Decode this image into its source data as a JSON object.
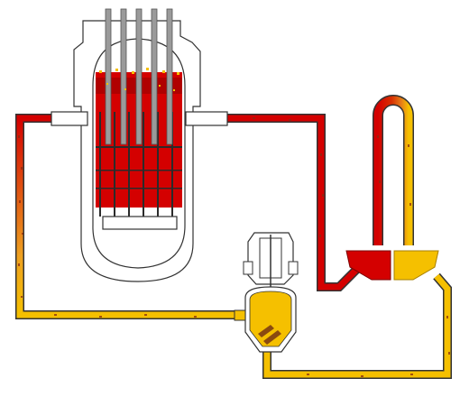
{
  "diagram": {
    "kind": "pressurized water reactor primary loop",
    "labels": [],
    "colors": {
      "hot": "#d40000",
      "hot_dark": "#b00000",
      "cold": "#f5c000",
      "transition": "#e0701a",
      "outline": "#333333",
      "vessel_fill": "#ffffff",
      "rod": "#9a9a9a",
      "speck": "#8a2a10"
    },
    "components": [
      {
        "id": "reactor-vessel",
        "icon": "reactor-vessel-icon"
      },
      {
        "id": "control-rods",
        "icon": "control-rod-icon",
        "count": 5
      },
      {
        "id": "reactor-core",
        "icon": "fuel-core-icon"
      },
      {
        "id": "steam-generator",
        "icon": "steam-generator-icon"
      },
      {
        "id": "reactor-coolant-pump",
        "icon": "pump-icon"
      },
      {
        "id": "hot-leg-pipe",
        "icon": "pipe-icon",
        "temperature": "hot"
      },
      {
        "id": "cold-leg-pipe",
        "icon": "pipe-icon",
        "temperature": "cold"
      }
    ]
  }
}
